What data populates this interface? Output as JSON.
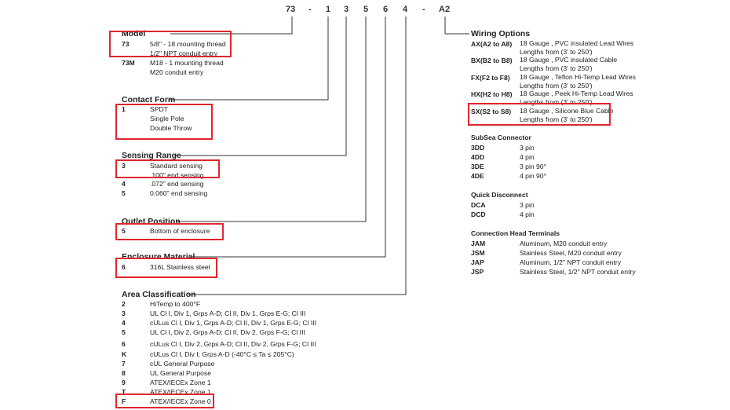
{
  "part_number": [
    "73",
    "-",
    "1",
    "3",
    "5",
    "6",
    "4",
    "-",
    "A2"
  ],
  "model": {
    "title": "Model",
    "items": [
      {
        "code": "73",
        "lines": [
          "5/8\" - 18 mounting thread",
          "1/2\" NPT conduit entry"
        ]
      },
      {
        "code": "73M",
        "lines": [
          "M18 - 1 mounting thread",
          "M20 conduit entry"
        ]
      }
    ]
  },
  "contact_form": {
    "title": "Contact Form",
    "code": "1",
    "lines": [
      "SPDT",
      "Single Pole",
      "Double Throw"
    ]
  },
  "sensing_range": {
    "title": "Sensing Range",
    "items": [
      {
        "code": "3",
        "lines": [
          "Standard sensing",
          ".100\" end sensing"
        ]
      },
      {
        "code": "4",
        "lines": [
          ".072\" end sensing"
        ]
      },
      {
        "code": "5",
        "lines": [
          "0.060\" end sensing"
        ]
      }
    ]
  },
  "outlet_position": {
    "title": "Outlet Position",
    "code": "5",
    "desc": "Bottom of enclosure"
  },
  "enclosure_material": {
    "title": "Enclosure Material",
    "code": "6",
    "desc": "316L Stainless steel"
  },
  "area_classification": {
    "title": "Area Classification",
    "items": [
      {
        "code": "2",
        "desc": "HiTemp to 400°F"
      },
      {
        "code": "3",
        "desc": "UL Cl I, Div 1, Grps A-D; Cl II, Div 1, Grps E-G; Cl III"
      },
      {
        "code": "4",
        "desc": "cULus Cl I, Div 1, Grps A-D; Cl II, Div 1, Grps E-G; Cl III"
      },
      {
        "code": "5",
        "desc": "UL Cl I, Div 2, Grps A-D; Cl II, Div 2, Grps F-G; Cl III"
      },
      {
        "code": "6",
        "desc": "cULus Cl I, Div 2, Grps A-D; Cl II, Div 2, Grps F-G; Cl III"
      },
      {
        "code": "K",
        "desc": "cULus Cl I, Div I; Grps A-D (-40°C ≤ Ta ≤ 205°C)"
      },
      {
        "code": "7",
        "desc": "cUL General Purpose"
      },
      {
        "code": "8",
        "desc": "UL General Purpose"
      },
      {
        "code": "9",
        "desc": "ATEX/IECEx Zone 1"
      },
      {
        "code": "T",
        "desc": "ATEX/IECEx Zone 1"
      },
      {
        "code": "F",
        "desc": "ATEX/IECEx Zone 0"
      }
    ]
  },
  "wiring_options": {
    "title": "Wiring Options",
    "items": [
      {
        "code": "AX(A2 to A8)",
        "lines": [
          "18 Gauge , PVC insulated Lead Wires",
          "Lengths from (3' to 250')"
        ]
      },
      {
        "code": "BX(B2 to B8)",
        "lines": [
          "18 Gauge , PVC insulated Cable",
          "Lengths from (3' to 250')"
        ]
      },
      {
        "code": "FX(F2 to F8)",
        "lines": [
          "18 Gauge , Teflon Hi-Temp Lead Wires",
          "Lengths from (3' to 250')"
        ]
      },
      {
        "code": "HX(H2 to H8)",
        "lines": [
          "18 Gauge , Peek Hi-Temp Lead Wires",
          "Lengths from (3' to 250')"
        ]
      },
      {
        "code": "SX(S2 to S8)",
        "lines": [
          "18 Gauge , Silicone Blue Cable",
          "Lengths from (3' to 250')"
        ]
      }
    ],
    "subsea": {
      "title": "SubSea Connector",
      "items": [
        {
          "code": "3DD",
          "desc": "3 pin"
        },
        {
          "code": "4DD",
          "desc": "4 pin"
        },
        {
          "code": "3DE",
          "desc": "3 pin 90°"
        },
        {
          "code": "4DE",
          "desc": "4 pin 90°"
        }
      ]
    },
    "quick_disconnect": {
      "title": "Quick Disconnect",
      "items": [
        {
          "code": "DCA",
          "desc": "3 pin"
        },
        {
          "code": "DCD",
          "desc": "4 pin"
        }
      ]
    },
    "connection_head": {
      "title": "Connection Head Terminals",
      "items": [
        {
          "code": "JAM",
          "desc": "Aluminum, M20 conduit entry"
        },
        {
          "code": "JSM",
          "desc": "Stainless Steel, M20 conduit entry"
        },
        {
          "code": "JAP",
          "desc": "Aluminum, 1/2\" NPT conduit entry"
        },
        {
          "code": "JSP",
          "desc": "Stainless Steel, 1/2\" NPT conduit entry"
        }
      ]
    }
  },
  "colors": {
    "highlight": "#e0262d",
    "line": "#333333",
    "text": "#222222"
  }
}
